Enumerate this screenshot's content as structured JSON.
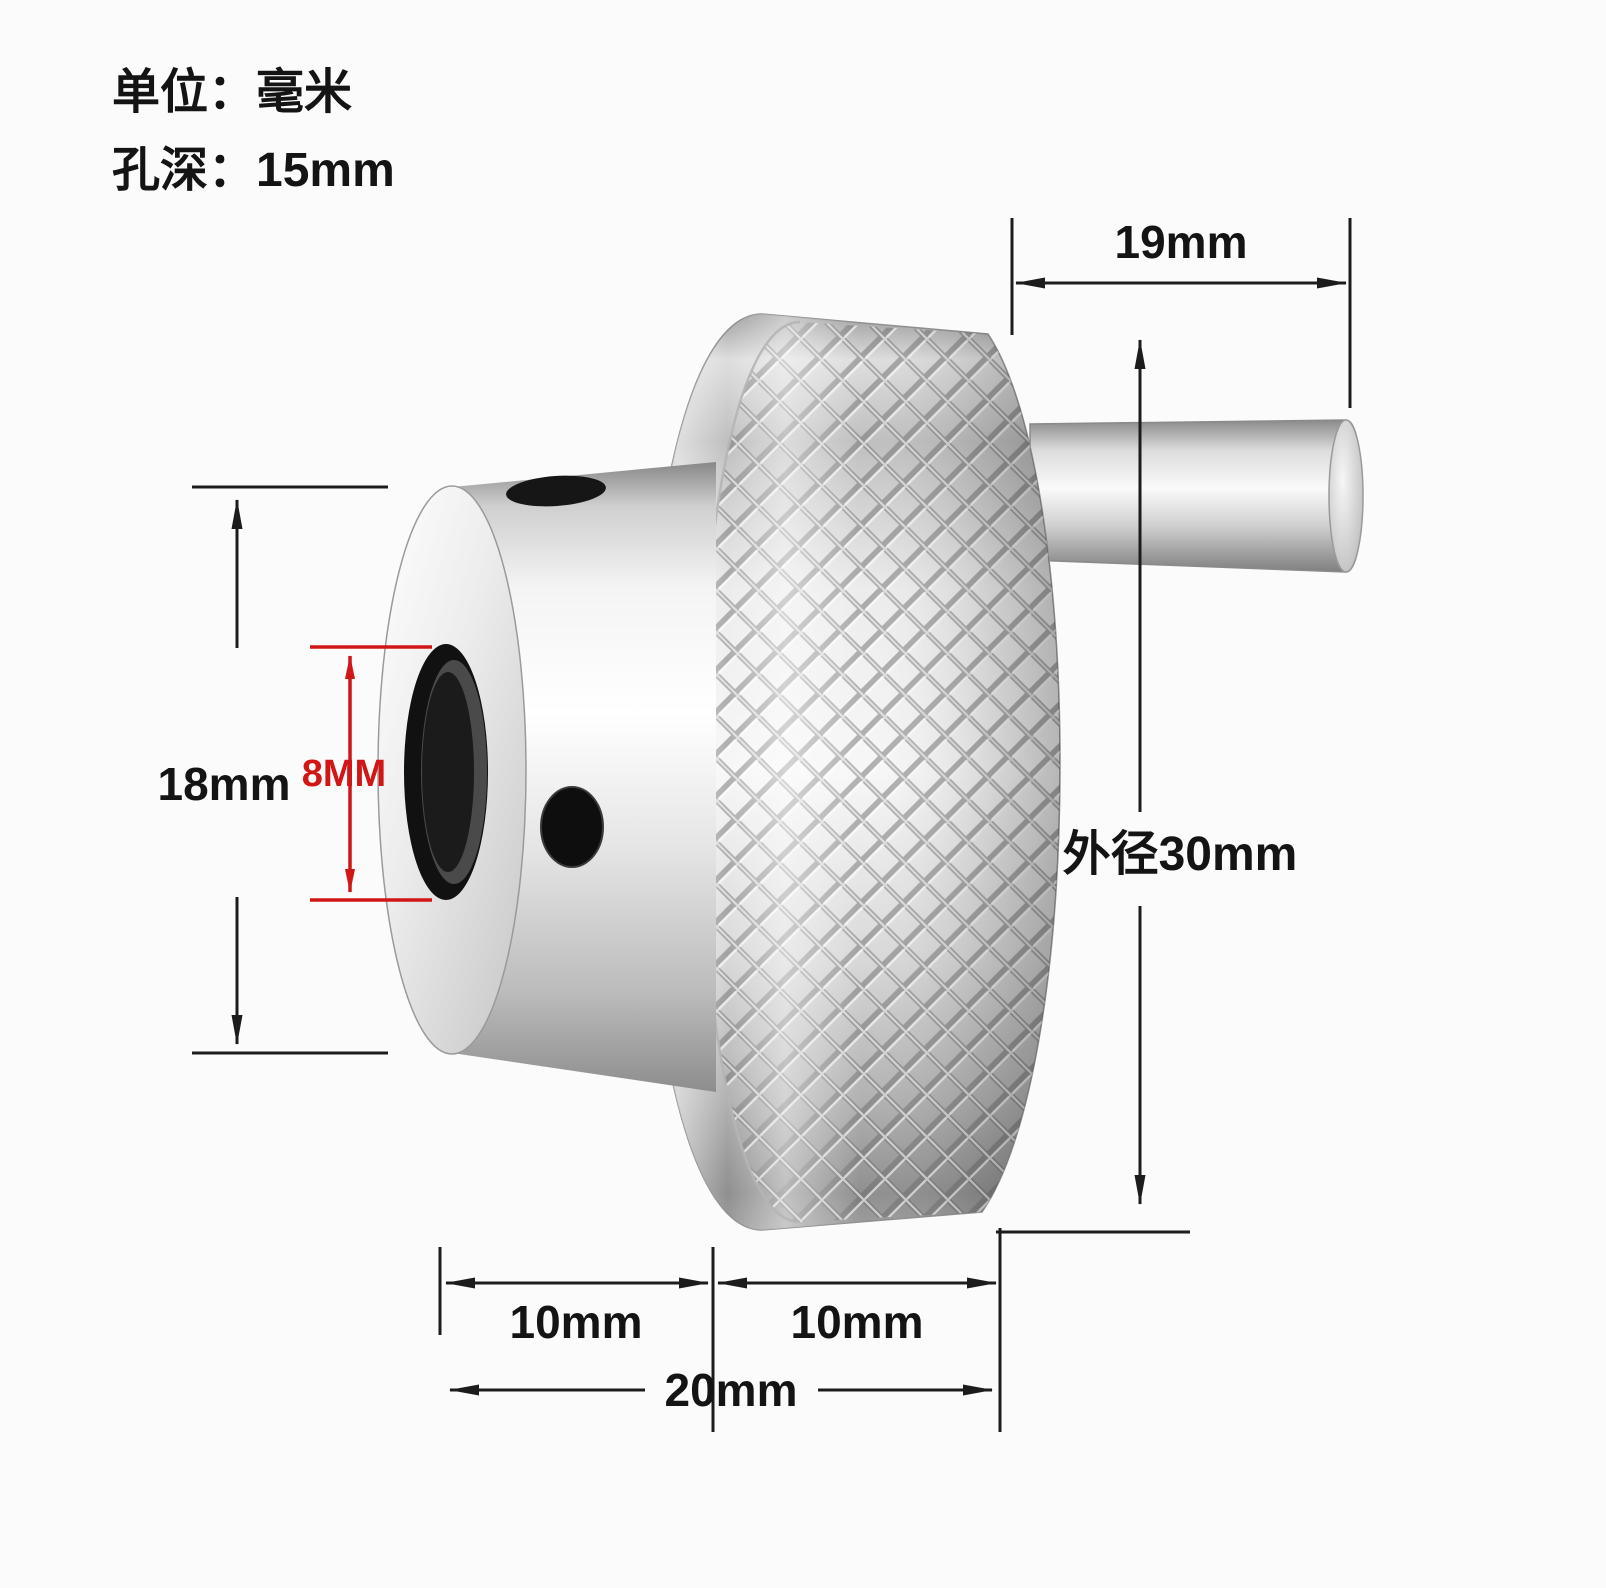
{
  "notes": {
    "unit": "单位：毫米",
    "hole_depth": "孔深：15mm"
  },
  "dimensions": {
    "handle_length": "19mm",
    "hub_diameter": "18mm",
    "bore_diameter": "8MM",
    "outer_diameter": "外径30mm",
    "hub_width": "10mm",
    "drum_width": "10mm",
    "total_width": "20mm"
  },
  "colors": {
    "dimension_lines": "#1c1c1c",
    "bore_accent_red": "#d11616",
    "metal_light": "#f7f7f7",
    "metal_mid": "#c9c9c9",
    "metal_dark": "#8f8f8f",
    "background": "#fbfbfb"
  }
}
